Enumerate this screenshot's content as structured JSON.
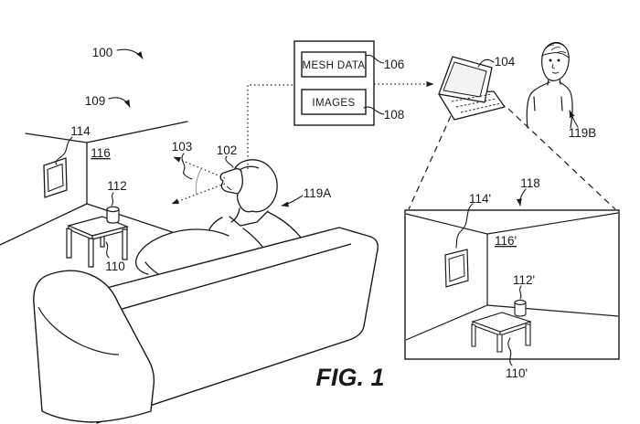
{
  "figure": {
    "caption": "FIG. 1",
    "server_box": {
      "mesh_data_label": "MESH DATA",
      "images_label": "IMAGES"
    },
    "refs": {
      "system": "100",
      "physical_room": "109",
      "picture": "114",
      "wall": "116",
      "cup": "112",
      "table": "110",
      "field_of_view": "103",
      "hmd": "102",
      "first_user": "119A",
      "mesh_data": "106",
      "images": "108",
      "computing_device": "104",
      "second_user": "119B",
      "reconstructed_room": "118",
      "picture_recon": "114'",
      "wall_recon": "116'",
      "cup_recon": "112'",
      "table_recon": "110'"
    },
    "colors": {
      "line": "#1a1a1a",
      "background": "#ffffff"
    }
  }
}
